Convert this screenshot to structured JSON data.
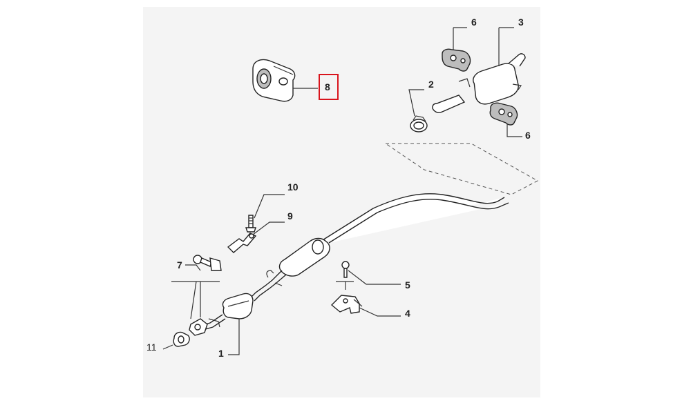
{
  "diagram": {
    "callouts": {
      "p1": "1",
      "p2": "2",
      "p3": "3",
      "p4": "4",
      "p5": "5",
      "p6a": "6",
      "p6b": "6",
      "p7": "7",
      "p8": "8",
      "p9": "9",
      "p10": "10",
      "p11": "11"
    },
    "highlight_color": "#d9141c",
    "highlighted_part": "8"
  }
}
